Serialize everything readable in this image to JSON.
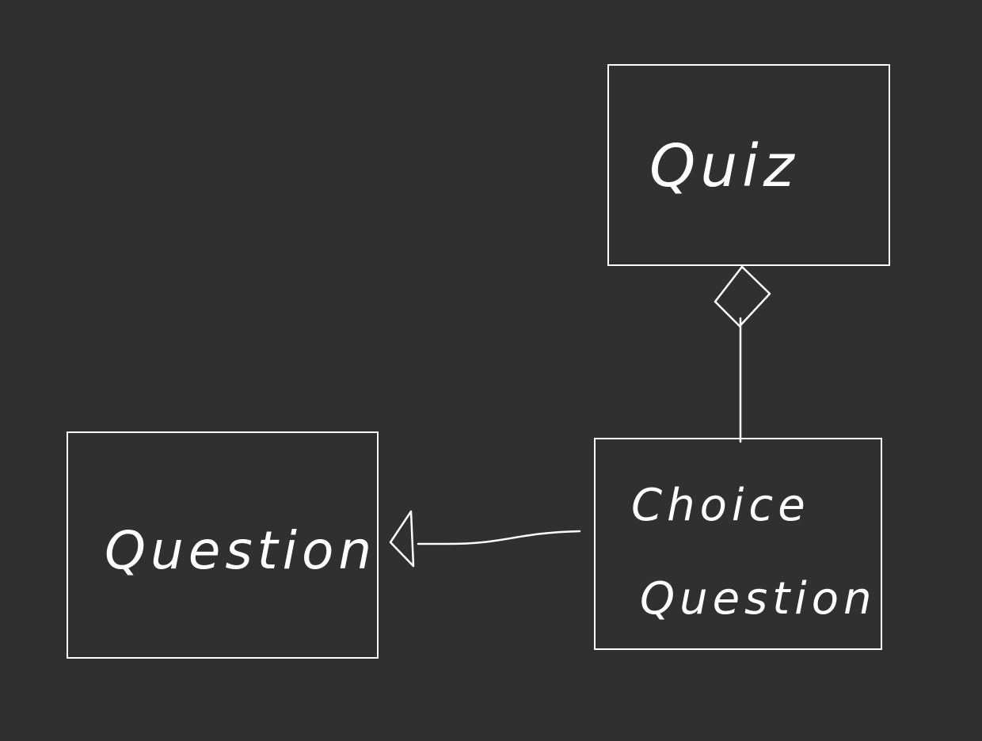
{
  "diagram": {
    "type": "uml-class-diagram",
    "colors": {
      "background": "#303030",
      "stroke": "#ffffff",
      "text": "#ffffff"
    },
    "classes": {
      "quiz": {
        "name": "Quiz"
      },
      "question": {
        "name": "Question"
      },
      "choice_question": {
        "name_line1": "Choice",
        "name_line2": "Question"
      }
    },
    "relationships": [
      {
        "kind": "aggregation",
        "from": "Choice Question",
        "to": "Quiz",
        "marker": "hollow-diamond"
      },
      {
        "kind": "generalization",
        "from": "Choice Question",
        "to": "Question",
        "marker": "hollow-triangle"
      }
    ]
  }
}
